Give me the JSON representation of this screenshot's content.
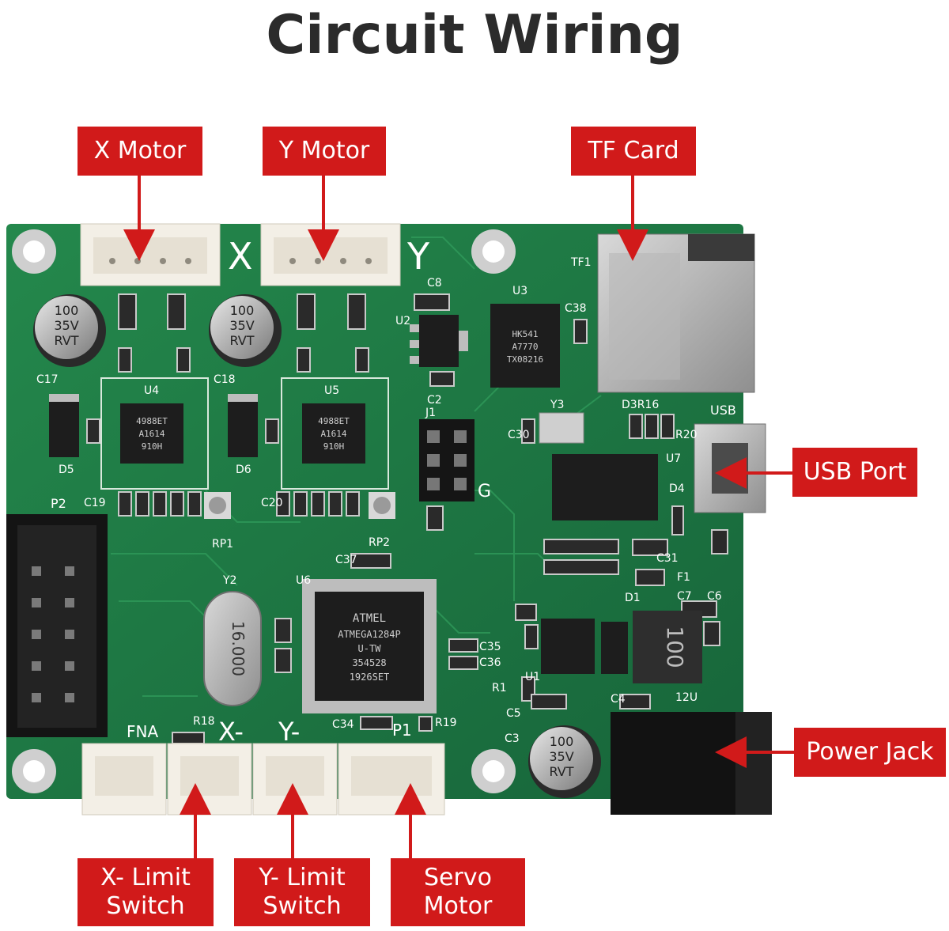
{
  "title": "Circuit Wiring",
  "colors": {
    "label_bg": "#d11a1a",
    "label_text": "#ffffff",
    "pcb": "#1f7a44",
    "arrow": "#d11a1a"
  },
  "labels": {
    "x_motor": "X Motor",
    "y_motor": "Y Motor",
    "tf_card": "TF Card",
    "usb_port": "USB Port",
    "power_jack": "Power Jack",
    "x_limit": [
      "X- Limit",
      "Switch"
    ],
    "y_limit": [
      "Y- Limit",
      "Switch"
    ],
    "servo": [
      "Servo",
      "Motor"
    ]
  },
  "board": {
    "silk_x": "X",
    "silk_y": "Y",
    "silk_x_minus": "X-",
    "silk_y_minus": "Y-",
    "fna": "FNA",
    "p1": "P1",
    "p2": "P2",
    "tf1": "TF1",
    "usb": "USB",
    "g": "G",
    "j1": "J1",
    "v12": "12U",
    "cap_text": [
      "100",
      "35V",
      "RVT"
    ],
    "crystal": "16.000",
    "mcu_lines": [
      "ATMEL",
      "ATMEGA1284P",
      "U-TW",
      "354528",
      "1926SET"
    ],
    "driver_lines": [
      "4988ET",
      "A1614",
      "910H"
    ],
    "u3_lines": [
      "HK541",
      "A7770",
      "TX08216"
    ],
    "inductor": "100",
    "refs": {
      "u2": "U2",
      "u3": "U3",
      "u4": "U4",
      "u5": "U5",
      "u6": "U6",
      "u7": "U7",
      "y2": "Y2",
      "y3": "Y3",
      "c17": "C17",
      "c18": "C18",
      "c8": "C8",
      "c2": "C2",
      "c38": "C38",
      "d5": "D5",
      "d6": "D6",
      "d4": "D4",
      "d1": "D1",
      "f1": "F1",
      "rp1": "RP1",
      "rp2": "RP2",
      "c37": "C37",
      "c34": "C34",
      "c35": "C35",
      "c36": "C36",
      "r18": "R18",
      "r19": "R19",
      "c3": "C3",
      "c4": "C4",
      "c5": "C5",
      "c6": "C6",
      "c7": "C7",
      "c31": "C31",
      "r1": "R1",
      "u1": "U1",
      "d3r16": "D3R16",
      "r20": "R20",
      "c30": "C30",
      "c19": "C19",
      "c20": "C20"
    }
  }
}
